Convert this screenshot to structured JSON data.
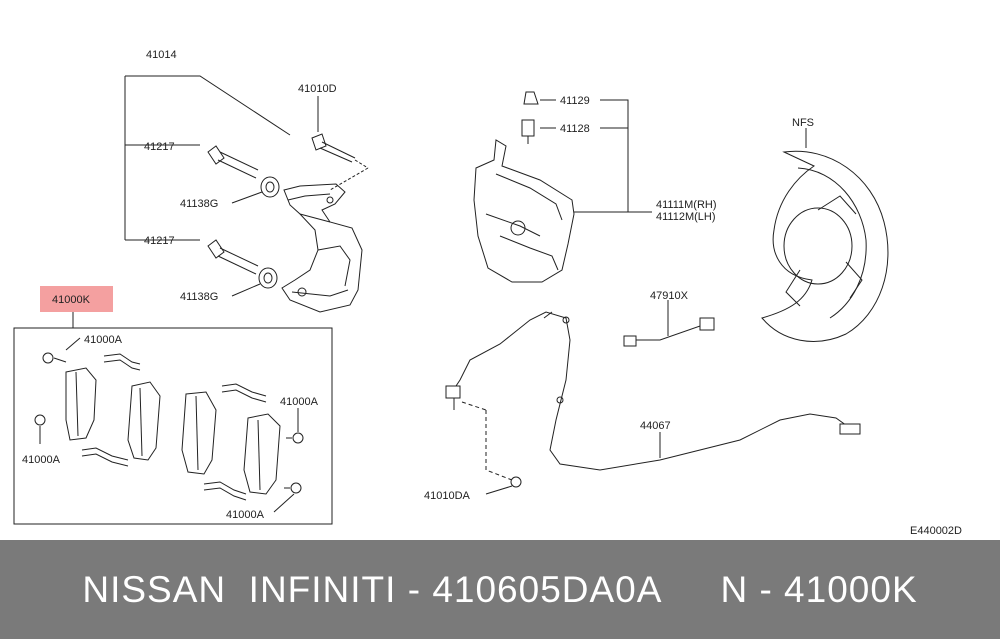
{
  "labels": {
    "p41014": "41014",
    "p41010D": "41010D",
    "p41217_top": "41217",
    "p41138G_top": "41138G",
    "p41217_bot": "41217",
    "p41138G_bot": "41138G",
    "p41000K": "41000K",
    "p41000A_1": "41000A",
    "p41000A_2": "41000A",
    "p41000A_3": "41000A",
    "p41000A_4": "41000A",
    "p41129": "41129",
    "p41128": "41128",
    "p41111M": "41111M(RH)",
    "p41112M": "41112M(LH)",
    "pNFS": "NFS",
    "p47910X": "47910X",
    "p44067": "44067",
    "p41010DA": "41010DA",
    "code": "E440002D"
  },
  "colors": {
    "highlight": "#f4a0a0",
    "footer_bg": "#7a7a7a",
    "line": "#222222"
  },
  "footer": {
    "brand": "NISSAN  INFINITI - 410605DA0A",
    "part": "N - 41000K"
  }
}
